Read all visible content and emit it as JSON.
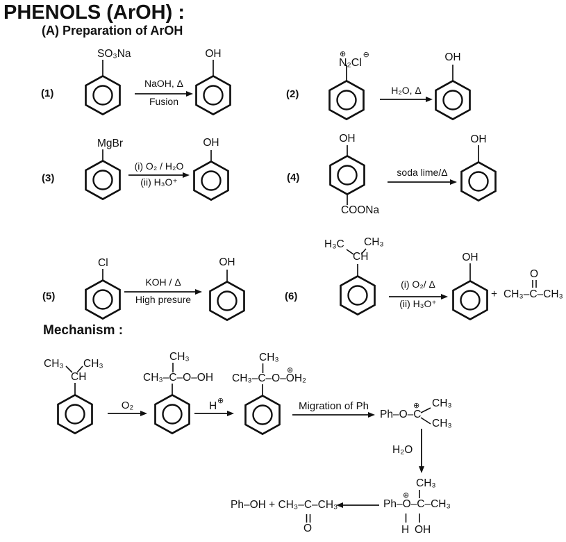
{
  "title": "PHENOLS (ArOH) :",
  "section": "(A) Preparation of ArOH",
  "mechanism_heading": "Mechanism :",
  "symbols": {
    "plus": "⊕",
    "minus": "⊖"
  },
  "r1": {
    "num": "(1)",
    "reactant": "SO₃Na",
    "above": "NaOH, Δ",
    "below": "Fusion",
    "product": "OH"
  },
  "r2": {
    "num": "(2)",
    "reactant": "N₂Cl",
    "above": "H₂O, Δ",
    "product": "OH"
  },
  "r3": {
    "num": "(3)",
    "reactant": "MgBr",
    "above": "(i) O₂ / H₂O",
    "below": "(ii) H₃O⁺",
    "product": "OH"
  },
  "r4": {
    "num": "(4)",
    "reactant_top": "OH",
    "reactant_bottom": "COONa",
    "above": "soda lime/Δ",
    "product": "OH"
  },
  "r5": {
    "num": "(5)",
    "reactant": "Cl",
    "above": "KOH / Δ",
    "below": "High presure",
    "product": "OH"
  },
  "r6": {
    "num": "(6)",
    "h3c": "H₃C",
    "ch3": "CH₃",
    "ch": "CH",
    "above": "(i) O₂/ Δ",
    "below": "(ii) H₃O⁺",
    "product": "OH",
    "plus": "+",
    "acetone": "CH₃–C–CH₃",
    "acetone_o": "O"
  },
  "mech": {
    "cumene": {
      "ch3_left": "CH₃",
      "ch3_right": "CH₃",
      "ch": "CH"
    },
    "arrow1": "O₂",
    "peroxide": {
      "ch3_top": "CH₃",
      "chain": "CH₃–C–O–OH"
    },
    "arrow2": "H",
    "protonated": {
      "ch3_top": "CH₃",
      "chain": "CH₃–C–O–OH₂"
    },
    "arrow3": "Migration of Ph",
    "cation": {
      "chain": "Ph–O–C",
      "ch3_top": "CH₃",
      "ch3_bottom": "CH₃"
    },
    "arrow4": "H₂O",
    "final": {
      "ch3_top": "CH₃",
      "chain": "Ph–O–C–CH₃",
      "h": "H",
      "oh": "OH"
    },
    "products": {
      "text": "Ph–OH + CH₃–C–CH₃",
      "o": "O"
    }
  }
}
